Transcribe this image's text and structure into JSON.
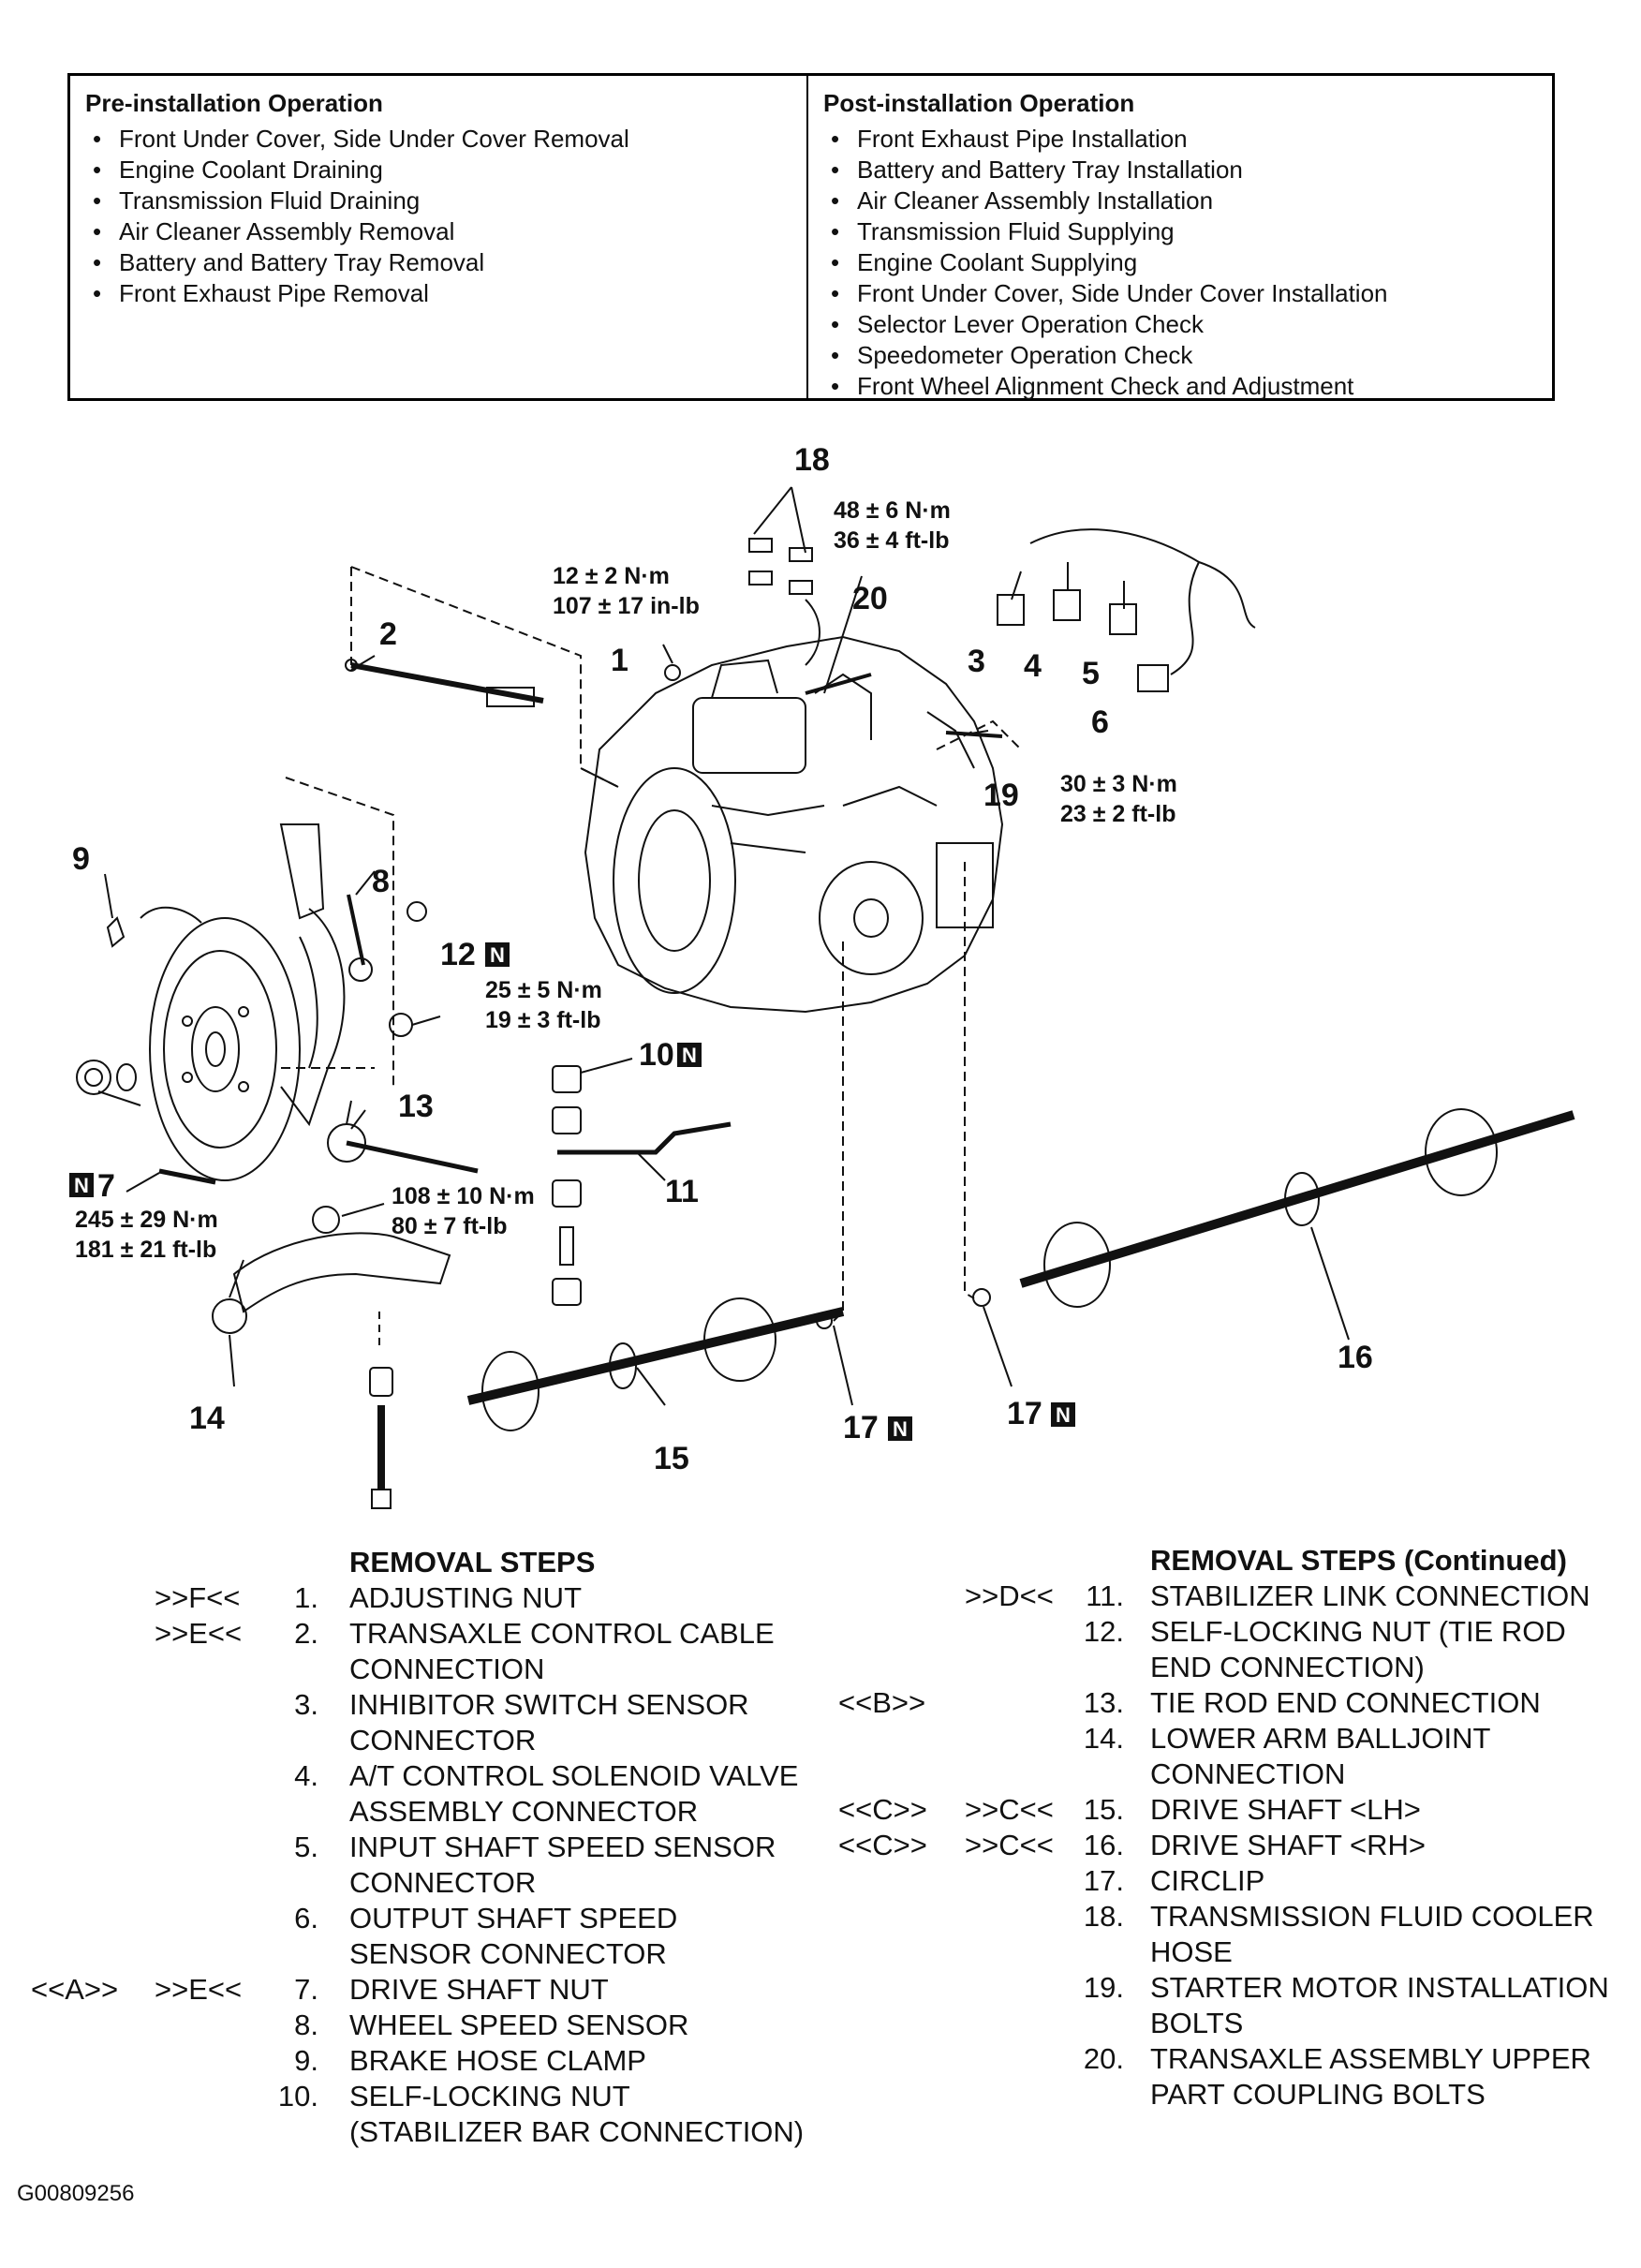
{
  "pre_installation": {
    "heading": "Pre-installation Operation",
    "items": [
      "Front Under Cover, Side Under Cover Removal",
      "Engine Coolant Draining",
      "Transmission Fluid Draining",
      "Air Cleaner Assembly Removal",
      "Battery and Battery Tray Removal",
      "Front Exhaust Pipe Removal"
    ]
  },
  "post_installation": {
    "heading": "Post-installation Operation",
    "items": [
      "Front Exhaust Pipe Installation",
      "Battery and Battery Tray Installation",
      "Air Cleaner Assembly Installation",
      "Transmission Fluid Supplying",
      "Engine Coolant Supplying",
      "Front Under Cover, Side Under Cover Installation",
      "Selector Lever Operation Check",
      "Speedometer Operation Check",
      "Front Wheel Alignment Check and Adjustment"
    ]
  },
  "diagram": {
    "callouts": [
      "18",
      "1",
      "2",
      "20",
      "3",
      "4",
      "5",
      "6",
      "19",
      "9",
      "8",
      "12",
      "10",
      "7",
      "13",
      "11",
      "14",
      "15",
      "17",
      "17",
      "16"
    ],
    "torques": [
      {
        "nm": "48 ± 6 N·m",
        "imp": "36 ± 4 ft-lb"
      },
      {
        "nm": "12 ± 2 N·m",
        "imp": "107 ± 17 in-lb"
      },
      {
        "nm": "30 ± 3 N·m",
        "imp": "23 ± 2 ft-lb"
      },
      {
        "nm": "25 ± 5 N·m",
        "imp": "19 ± 3 ft-lb"
      },
      {
        "nm": "108 ± 10 N·m",
        "imp": "80 ± 7 ft-lb"
      },
      {
        "nm": "245 ± 29 N·m",
        "imp": "181 ± 21 ft-lb"
      }
    ],
    "new_part_mark": "N"
  },
  "removal_steps": {
    "heading": "REMOVAL STEPS",
    "steps": [
      {
        "c1": "",
        "c2": ">>F<<",
        "num": "1.",
        "lines": [
          "ADJUSTING NUT"
        ]
      },
      {
        "c1": "",
        "c2": ">>E<<",
        "num": "2.",
        "lines": [
          "TRANSAXLE CONTROL CABLE",
          "CONNECTION"
        ]
      },
      {
        "c1": "",
        "c2": "",
        "num": "3.",
        "lines": [
          "INHIBITOR SWITCH SENSOR",
          "CONNECTOR"
        ]
      },
      {
        "c1": "",
        "c2": "",
        "num": "4.",
        "lines": [
          "A/T CONTROL SOLENOID VALVE",
          "ASSEMBLY CONNECTOR"
        ]
      },
      {
        "c1": "",
        "c2": "",
        "num": "5.",
        "lines": [
          "INPUT SHAFT SPEED SENSOR",
          "CONNECTOR"
        ]
      },
      {
        "c1": "",
        "c2": "",
        "num": "6.",
        "lines": [
          "OUTPUT SHAFT SPEED",
          "SENSOR CONNECTOR"
        ]
      },
      {
        "c1": "<<A>>",
        "c2": ">>E<<",
        "num": "7.",
        "lines": [
          "DRIVE SHAFT NUT"
        ]
      },
      {
        "c1": "",
        "c2": "",
        "num": "8.",
        "lines": [
          "WHEEL SPEED SENSOR"
        ]
      },
      {
        "c1": "",
        "c2": "",
        "num": "9.",
        "lines": [
          "BRAKE HOSE CLAMP"
        ]
      },
      {
        "c1": "",
        "c2": "",
        "num": "10.",
        "lines": [
          "SELF-LOCKING NUT",
          "(STABILIZER BAR CONNECTION)"
        ]
      }
    ]
  },
  "removal_steps_cont": {
    "heading": "REMOVAL STEPS (Continued)",
    "steps": [
      {
        "c1": "",
        "c2": ">>D<<",
        "num": "11.",
        "lines": [
          "STABILIZER LINK CONNECTION"
        ]
      },
      {
        "c1": "",
        "c2": "",
        "num": "12.",
        "lines": [
          "SELF-LOCKING NUT (TIE ROD",
          "END CONNECTION)"
        ]
      },
      {
        "c1": "<<B>>",
        "c2": "",
        "num": "13.",
        "lines": [
          "TIE ROD END CONNECTION"
        ]
      },
      {
        "c1": "",
        "c2": "",
        "num": "14.",
        "lines": [
          "LOWER ARM BALLJOINT",
          "CONNECTION"
        ]
      },
      {
        "c1": "<<C>>",
        "c2": ">>C<<",
        "num": "15.",
        "lines": [
          "DRIVE SHAFT <LH>"
        ]
      },
      {
        "c1": "<<C>>",
        "c2": ">>C<<",
        "num": "16.",
        "lines": [
          "DRIVE SHAFT <RH>"
        ]
      },
      {
        "c1": "",
        "c2": "",
        "num": "17.",
        "lines": [
          "CIRCLIP"
        ]
      },
      {
        "c1": "",
        "c2": "",
        "num": "18.",
        "lines": [
          "TRANSMISSION FLUID COOLER",
          "HOSE"
        ]
      },
      {
        "c1": "",
        "c2": "",
        "num": "19.",
        "lines": [
          "STARTER MOTOR INSTALLATION",
          "BOLTS"
        ]
      },
      {
        "c1": "",
        "c2": "",
        "num": "20.",
        "lines": [
          "TRANSAXLE ASSEMBLY UPPER",
          "PART COUPLING BOLTS"
        ]
      }
    ]
  },
  "figure_id": "G00809256"
}
